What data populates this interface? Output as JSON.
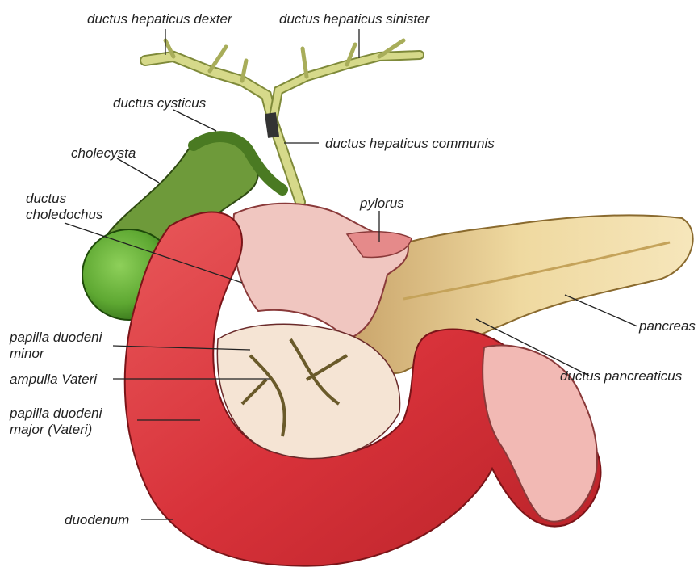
{
  "labels": {
    "ductus_hepaticus_dexter": "ductus hepaticus dexter",
    "ductus_hepaticus_sinister": "ductus hepaticus sinister",
    "ductus_cysticus": "ductus cysticus",
    "ductus_hepaticus_communis": "ductus hepaticus communis",
    "cholecysta": "cholecysta",
    "ductus_choledochus_line1": "ductus",
    "ductus_choledochus_line2": "choledochus",
    "pylorus": "pylorus",
    "pancreas": "pancreas",
    "ductus_pancreaticus": "ductus pancreaticus",
    "papilla_minor_line1": "papilla duodeni",
    "papilla_minor_line2": "minor",
    "ampulla_vateri": "ampulla Vateri",
    "papilla_major_line1": "papilla duodeni",
    "papilla_major_line2": "major (Vateri)",
    "duodenum": "duodenum"
  },
  "colors": {
    "duodenum_red": "#d8323a",
    "duodenum_pink": "#f2b9b4",
    "gallbladder_green": "#5ea832",
    "gallbladder_dark": "#3a7a1e",
    "bile_duct_yellow": "#d6d98a",
    "pancreas_cream": "#efd9a0",
    "pancreas_edge": "#b89a4e",
    "stomach_pink": "#f0c6c0"
  }
}
